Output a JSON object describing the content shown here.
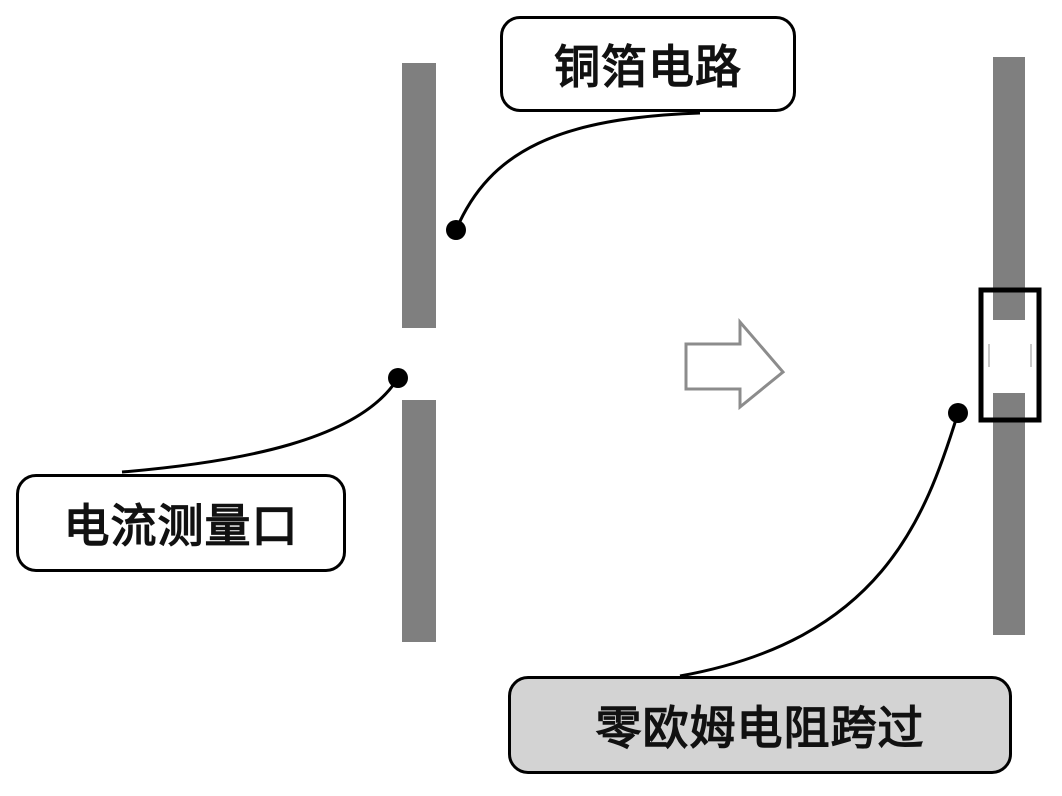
{
  "labels": {
    "copper_foil": "铜箔电路",
    "current_port": "电流测量口",
    "zero_ohm_bridge": "零欧姆电阻跨过"
  },
  "colors": {
    "trace": "#7f7f7f",
    "line": "#000000",
    "arrow_stroke": "#8c8c8c",
    "highlight_box_fill": "#d3d3d3"
  },
  "icons": {
    "transition": "right-arrow-icon",
    "resistor": "zero-ohm-resistor-icon"
  }
}
